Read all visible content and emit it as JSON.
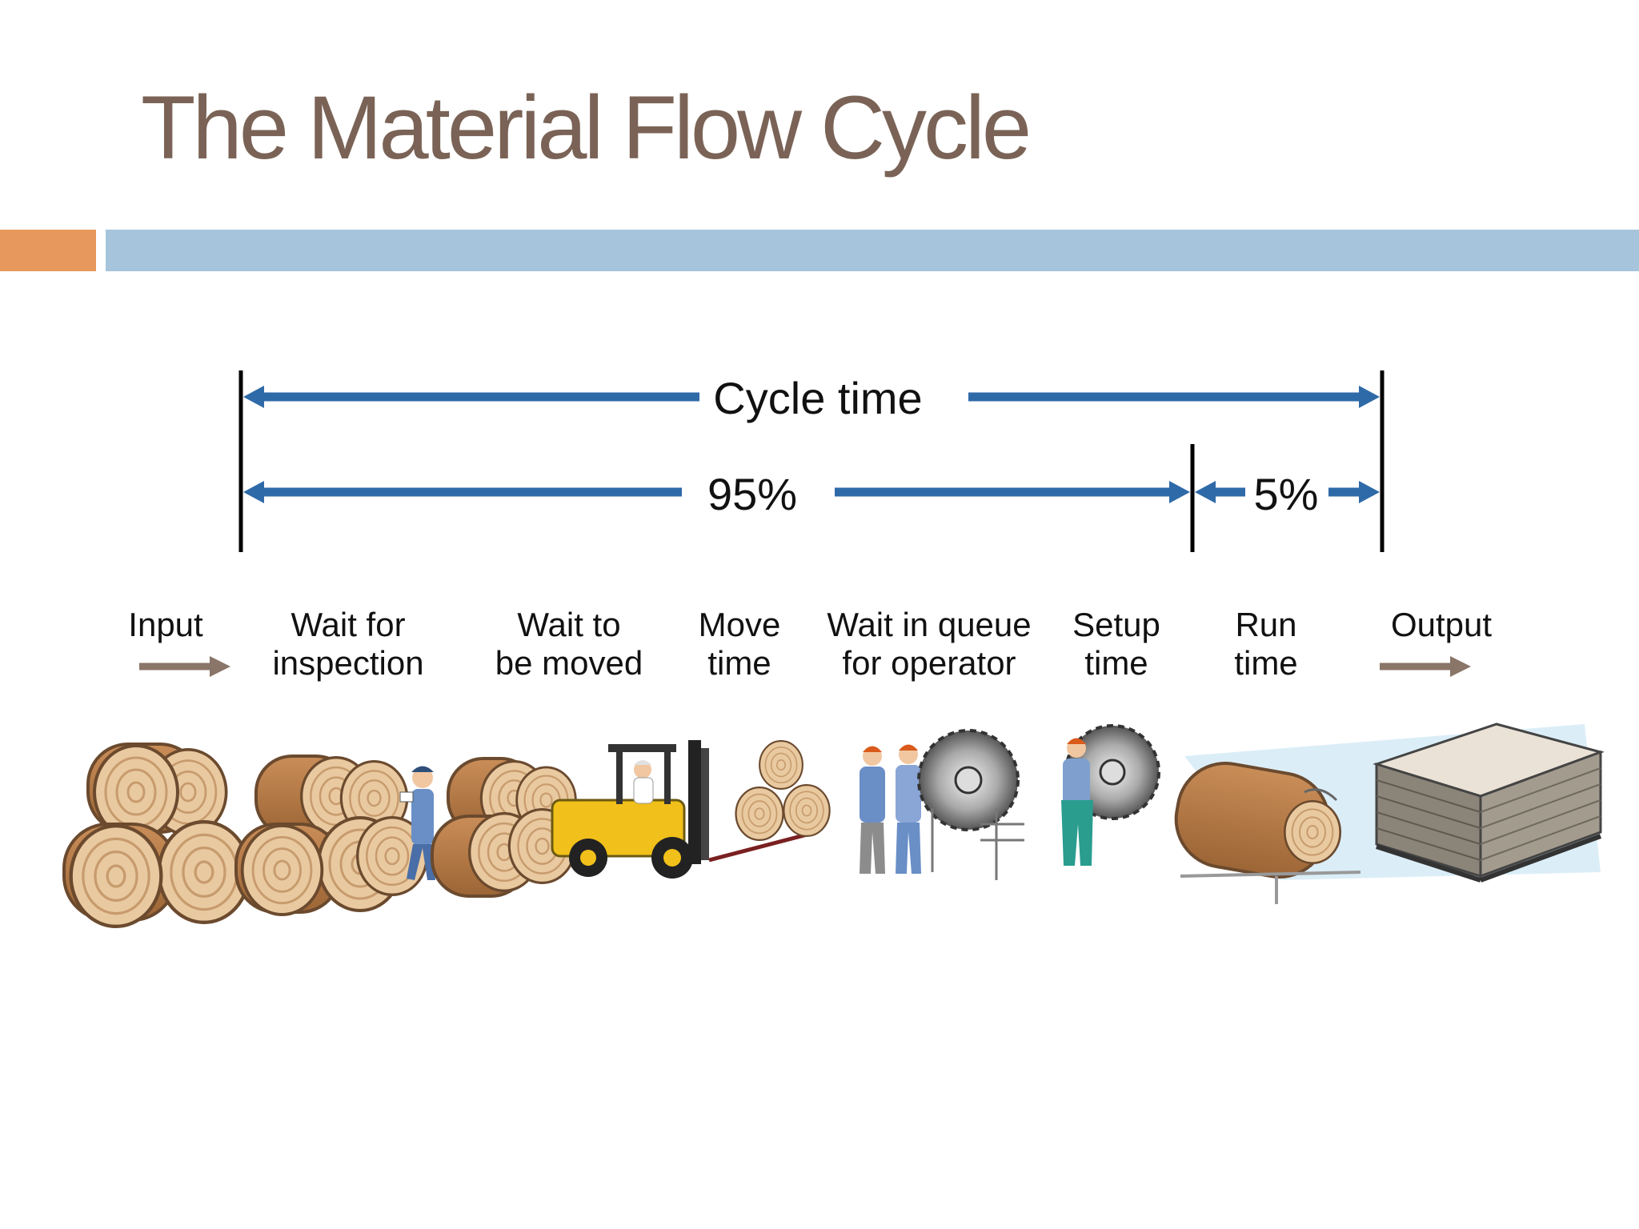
{
  "title": "The Material Flow Cycle",
  "colors": {
    "title": "#7a6356",
    "accent_orange": "#e7995d",
    "accent_blue": "#a6c4db",
    "arrow_blue": "#2f6aa8",
    "flow_arrow": "#8a7569"
  },
  "spans": {
    "cycle_time": "Cycle time",
    "non_value_share": "95%",
    "value_share": "5%"
  },
  "stages": [
    {
      "line1": "Input",
      "line2": ""
    },
    {
      "line1": "Wait for",
      "line2": "inspection"
    },
    {
      "line1": "Wait to",
      "line2": "be moved"
    },
    {
      "line1": "Move",
      "line2": "time"
    },
    {
      "line1": "Wait in queue",
      "line2": "for operator"
    },
    {
      "line1": "Setup",
      "line2": "time"
    },
    {
      "line1": "Run",
      "line2": "time"
    },
    {
      "line1": "Output",
      "line2": ""
    }
  ],
  "illustrations": [
    "log-pile-icon",
    "inspector-icon",
    "forklift-icon",
    "operators-icon",
    "saw-blade-icon",
    "sawmill-icon",
    "lumber-stack-icon"
  ]
}
